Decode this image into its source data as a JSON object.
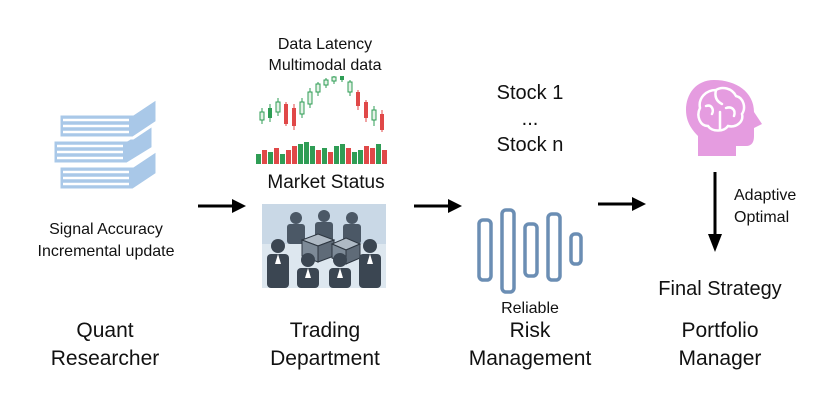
{
  "researcher": {
    "icon": "book-stack-icon",
    "notes": [
      "Signal Accuracy",
      "Incremental update"
    ],
    "role": [
      "Quant",
      "Researcher"
    ]
  },
  "trading": {
    "data_labels": [
      "Data Latency",
      "Multimodal data"
    ],
    "chart_icon": "candlestick-chart-icon",
    "status_label": "Market Status",
    "team_icon": "business-team-icon",
    "role": [
      "Trading",
      "Department"
    ]
  },
  "risk": {
    "stocks": [
      "Stock 1",
      "...",
      "Stock n"
    ],
    "icon": "waveform-bars-icon",
    "note": "Reliable",
    "role": [
      "Risk",
      "Management"
    ]
  },
  "portfolio": {
    "icon": "brain-head-icon",
    "notes": [
      "Adaptive",
      "Optimal"
    ],
    "result": "Final Strategy",
    "role": [
      "Portfolio",
      "Manager"
    ]
  },
  "colors": {
    "book_blue": "#a9c8e8",
    "bar_blue": "#6b8eb4",
    "brain_pink": "#e59ce0",
    "candle_red": "#e04848",
    "candle_green": "#2f9d55"
  }
}
